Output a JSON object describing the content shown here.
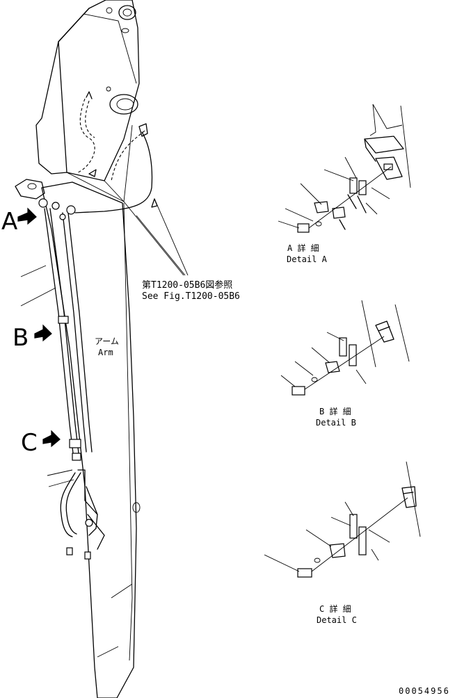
{
  "callouts": {
    "a": "A",
    "b": "B",
    "c": "C"
  },
  "arm_label": {
    "jp": "アーム",
    "en": "Arm"
  },
  "reference": {
    "jp": "第T1200-05B6図参照",
    "en": "See Fig.T1200-05B6"
  },
  "details": {
    "a": {
      "jp": "A 詳 細",
      "en": "Detail A"
    },
    "b": {
      "jp": "B 詳 細",
      "en": "Detail B"
    },
    "c": {
      "jp": "C 詳 細",
      "en": "Detail C"
    }
  },
  "drawing_number": "00054956"
}
